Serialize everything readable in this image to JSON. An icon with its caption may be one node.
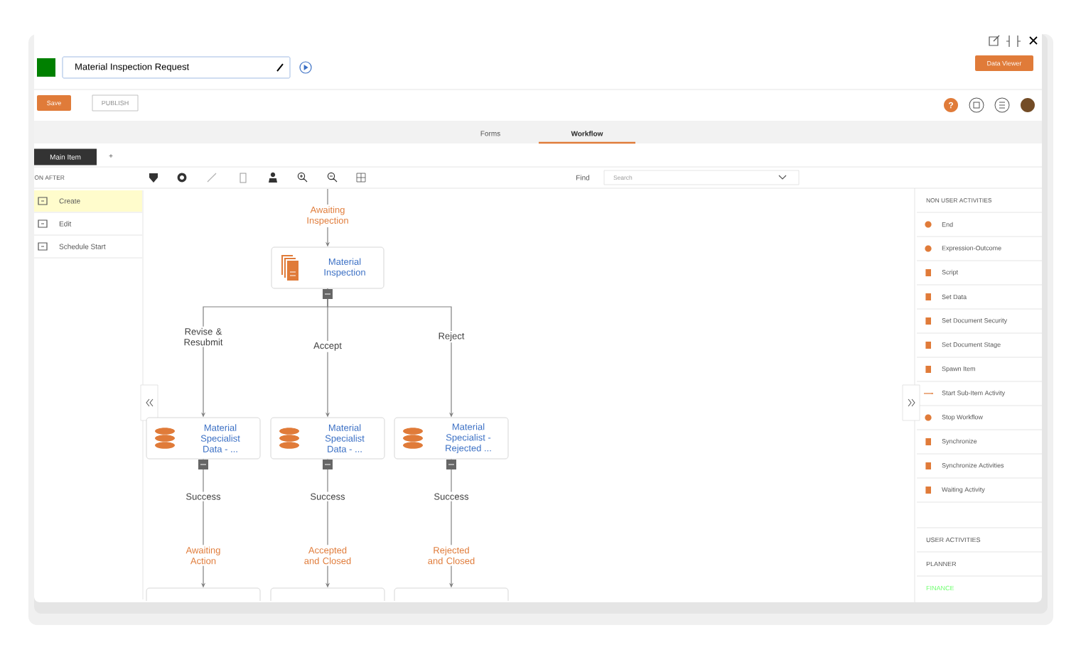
{
  "diagram": {
    "nodes": [
      {
        "text": [
          "Awaiting Inspection"
        ]
      },
      {
        "text": [
          "Material Inspection"
        ]
      },
      {
        "text": [
          "Material Specialist Data - ..."
        ]
      },
      {
        "text": [
          "Material Specialist Data - ..."
        ]
      },
      {
        "text": [
          "Material Specialist - Rejected ..."
        ]
      },
      {
        "text": [
          "Awaiting Action"
        ]
      },
      {
        "text": [
          "Accepted and Closed"
        ]
      },
      {
        "text": [
          "Rejected and Closed"
        ]
      },
      {
        "text": [],
        "shape": "box"
      },
      {
        "text": [],
        "shape": "box"
      },
      {
        "text": [],
        "shape": "box"
      }
    ],
    "edges": [
      {
        "from": null,
        "to": 0,
        "arrow": "none"
      },
      {
        "from": 0,
        "to": 1,
        "arrow": "to"
      },
      {
        "from": 1,
        "to": 2,
        "arrow": "to",
        "label": "Revise & Resubmit"
      },
      {
        "from": 1,
        "to": 3,
        "arrow": "to",
        "label": "Accept"
      },
      {
        "from": 1,
        "to": 4,
        "arrow": "to",
        "label": "Reject"
      },
      {
        "from": 2,
        "to": 5,
        "arrow": "none",
        "label": "Success"
      },
      {
        "from": 3,
        "to": 6,
        "arrow": "none",
        "label": "Success"
      },
      {
        "from": 4,
        "to": 7,
        "arrow": "none",
        "label": "Success"
      },
      {
        "from": 5,
        "to": 8,
        "arrow": "to"
      },
      {
        "from": 6,
        "to": 9,
        "arrow": "to"
      },
      {
        "from": 7,
        "to": 10,
        "arrow": "to"
      }
    ],
    "labels": [
      "Material Inspection Request",
      "Data Viewer",
      "Save",
      "PUBLISH",
      "?",
      "Forms",
      "Workflow",
      "Main Item",
      "+",
      "ON AFTER",
      "Find",
      "Search",
      "Create",
      "Edit",
      "Schedule Start",
      "NON USER ACTIVITIES",
      "End",
      "Expression-Outcome",
      "Script",
      "Set Data",
      "Set Document Security",
      "Set Document Stage",
      "Spawn Item",
      "Start Sub-Item Activity",
      "Stop Workflow",
      "Synchronize",
      "Synchronize Activities",
      "Waiting Activity",
      "USER ACTIVITIES",
      "PLANNER",
      "FINANCE"
    ]
  }
}
